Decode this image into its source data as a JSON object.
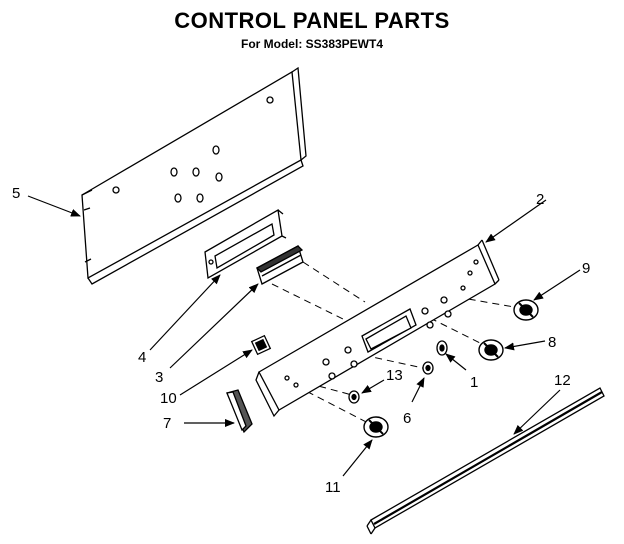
{
  "header": {
    "title": "CONTROL PANEL PARTS",
    "subtitle": "For Model: SS383PEWT4"
  },
  "callouts": [
    {
      "id": "1",
      "label": "1"
    },
    {
      "id": "2",
      "label": "2"
    },
    {
      "id": "3",
      "label": "3"
    },
    {
      "id": "4",
      "label": "4"
    },
    {
      "id": "5",
      "label": "5"
    },
    {
      "id": "6",
      "label": "6"
    },
    {
      "id": "7",
      "label": "7"
    },
    {
      "id": "8",
      "label": "8"
    },
    {
      "id": "9",
      "label": "9"
    },
    {
      "id": "10",
      "label": "10"
    },
    {
      "id": "11",
      "label": "11"
    },
    {
      "id": "12",
      "label": "12"
    },
    {
      "id": "13",
      "label": "13"
    }
  ],
  "colors": {
    "ink": "#000000",
    "paper": "#ffffff"
  }
}
